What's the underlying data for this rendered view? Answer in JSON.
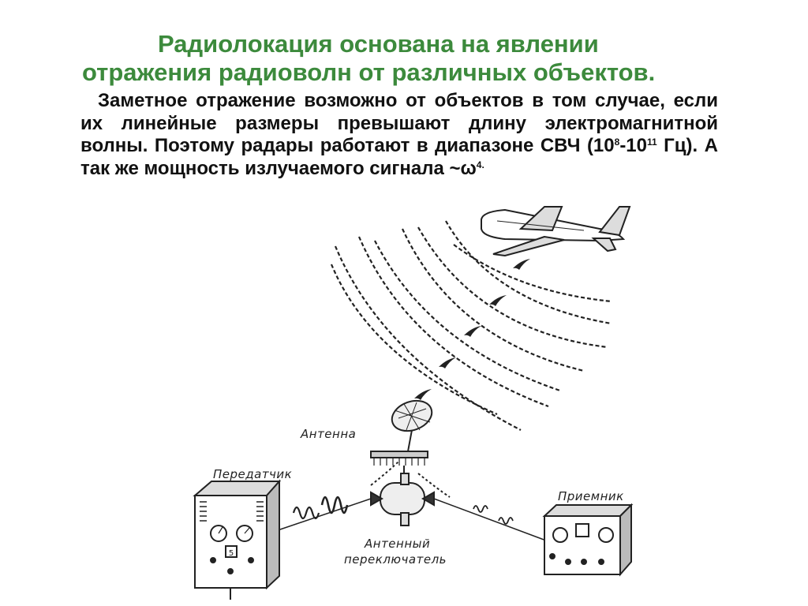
{
  "title": {
    "line1": "Радиолокация основана на явлении",
    "line2": "отражения радиоволн от различных объектов."
  },
  "body": {
    "p1": "Заметное отражение возможно от объектов в том случае, если их линейные размеры превышают длину электромагнитной волны. Поэтому  радары работают в диапазоне СВЧ (10",
    "sup1": "8",
    "p2": "-10",
    "sup2": "11",
    "p3": " Гц). А так же мощность излучаемого сигнала ~ω",
    "sup3": "4.",
    "p4": ""
  },
  "diagram": {
    "labels": {
      "antenna": "Антенна",
      "transmitter": "Передатчик",
      "receiver": "Приемник",
      "switch_line1": "Антенный",
      "switch_line2": "переключатель"
    },
    "transmitter_indicator": "5"
  },
  "colors": {
    "title": "#3c8a3c",
    "text": "#111111",
    "ink": "#222222"
  }
}
